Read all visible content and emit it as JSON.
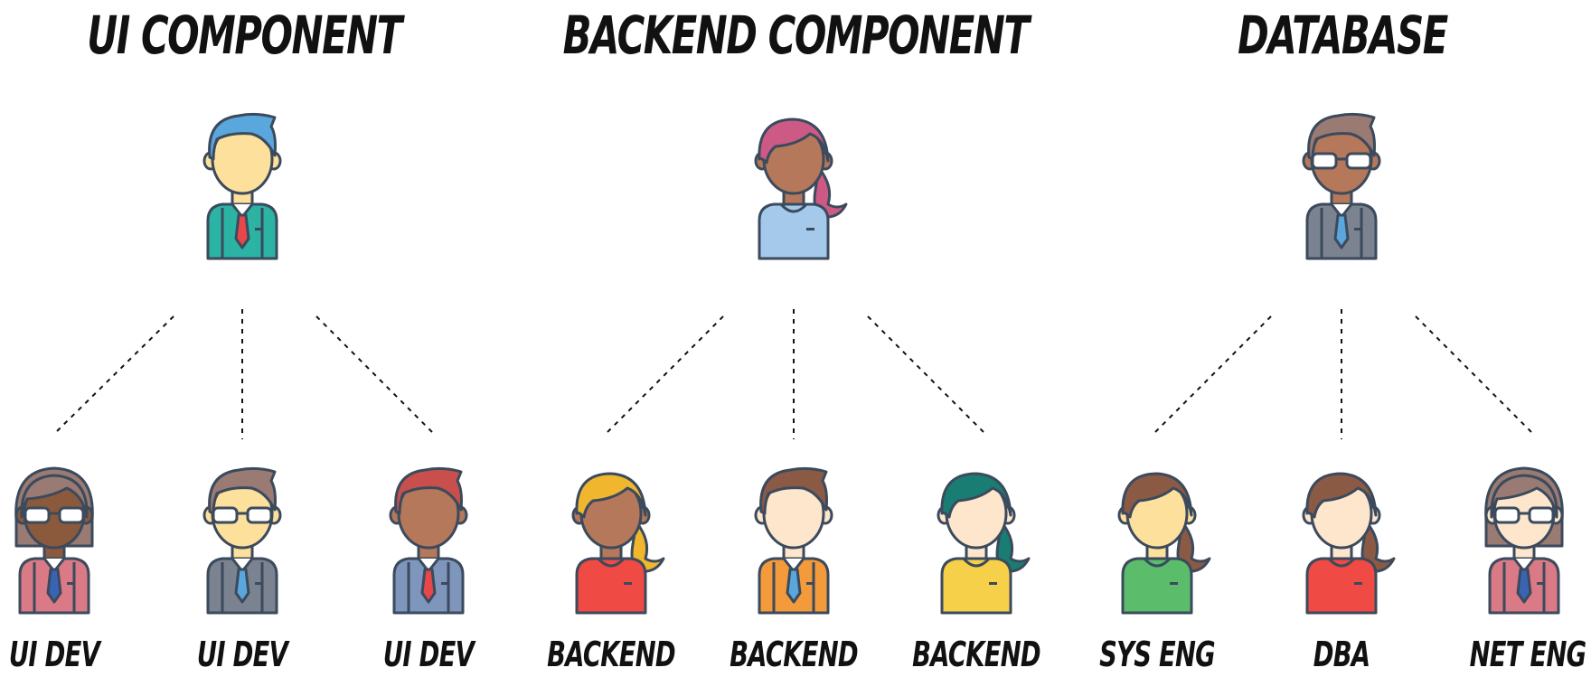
{
  "groups": [
    {
      "title": "UI COMPONENT",
      "lead": {
        "hair": "#5aa7dd",
        "skin": "#fde09c",
        "shirt": "#2bb3a4",
        "tie": "#e8474a",
        "glasses": false,
        "style": "male"
      },
      "members": [
        {
          "label": "UI DEV",
          "hair": "#9a7b73",
          "skin": "#8b5a3c",
          "shirt": "#d97a86",
          "tie": "#3a64b3",
          "glasses": true,
          "style": "bob"
        },
        {
          "label": "UI DEV",
          "hair": "#9a7b73",
          "skin": "#fde09c",
          "shirt": "#7a838f",
          "tie": "#5aa7dd",
          "glasses": true,
          "style": "male"
        },
        {
          "label": "UI DEV",
          "hair": "#c94f4c",
          "skin": "#b5785a",
          "shirt": "#7e96bb",
          "tie": "#e8474a",
          "glasses": false,
          "style": "male"
        }
      ]
    },
    {
      "title": "BACKEND COMPONENT",
      "lead": {
        "hair": "#cc5a85",
        "skin": "#b5785a",
        "shirt": "#a5c9ea",
        "tie": "",
        "glasses": false,
        "style": "ponytail"
      },
      "members": [
        {
          "label": "BACKEND",
          "hair": "#f0b62e",
          "skin": "#b5785a",
          "shirt": "#ef4a43",
          "tie": "",
          "glasses": false,
          "style": "ponytail"
        },
        {
          "label": "BACKEND",
          "hair": "#8b5a44",
          "skin": "#fde6cc",
          "shirt": "#f39a3b",
          "tie": "#5aa7dd",
          "glasses": false,
          "style": "male"
        },
        {
          "label": "BACKEND",
          "hair": "#1a7d73",
          "skin": "#fde6cc",
          "shirt": "#f7d04a",
          "tie": "",
          "glasses": false,
          "style": "ponytail"
        }
      ]
    },
    {
      "title": "DATABASE",
      "lead": {
        "hair": "#9a7b73",
        "skin": "#b5785a",
        "shirt": "#7a838f",
        "tie": "#5aa7dd",
        "glasses": true,
        "style": "male"
      },
      "members": [
        {
          "label": "SYS ENG",
          "hair": "#8b5a44",
          "skin": "#fde09c",
          "shirt": "#5bbd6c",
          "tie": "",
          "glasses": false,
          "style": "ponytail"
        },
        {
          "label": "DBA",
          "hair": "#8b5a44",
          "skin": "#fde6cc",
          "shirt": "#ef4a43",
          "tie": "",
          "glasses": false,
          "style": "ponytail"
        },
        {
          "label": "NET ENG",
          "hair": "#9a7b73",
          "skin": "#fde6cc",
          "shirt": "#d97a86",
          "tie": "#3a64b3",
          "glasses": true,
          "style": "bob"
        }
      ]
    }
  ],
  "colors": {
    "outline": "#3b4a5c",
    "connector": "#111111"
  }
}
